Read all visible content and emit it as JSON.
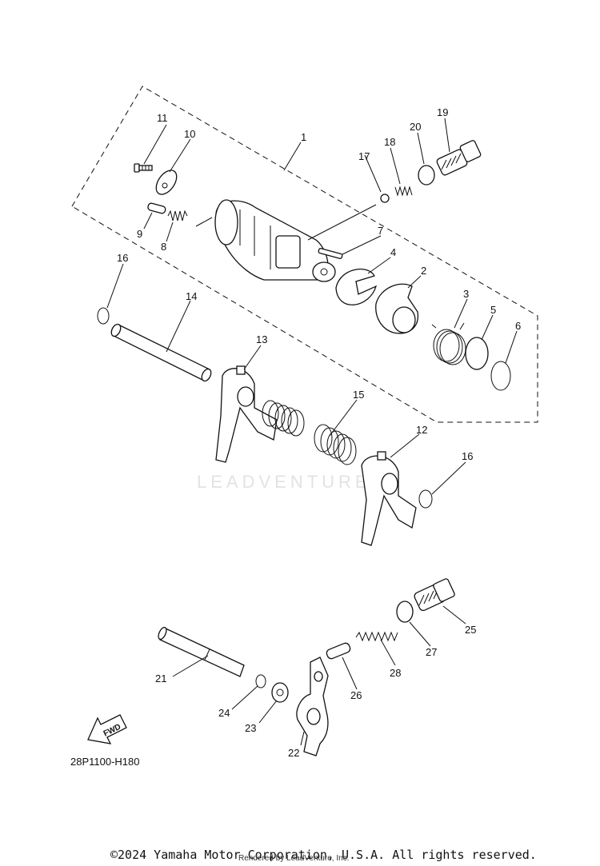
{
  "diagram_code": "28P1100-H180",
  "copyright": "©2024 Yamaha Motor Corporation, U.S.A. All rights reserved.",
  "rendered_by": "Rendered by LeadVenture, Inc.",
  "watermark": "LEADVENTURE",
  "fwd_label": "FWD",
  "callouts": [
    "1",
    "2",
    "3",
    "4",
    "5",
    "6",
    "7",
    "8",
    "9",
    "10",
    "11",
    "12",
    "13",
    "14",
    "15",
    "16",
    "16",
    "17",
    "18",
    "19",
    "20",
    "21",
    "22",
    "23",
    "24",
    "25",
    "26",
    "27",
    "28"
  ]
}
